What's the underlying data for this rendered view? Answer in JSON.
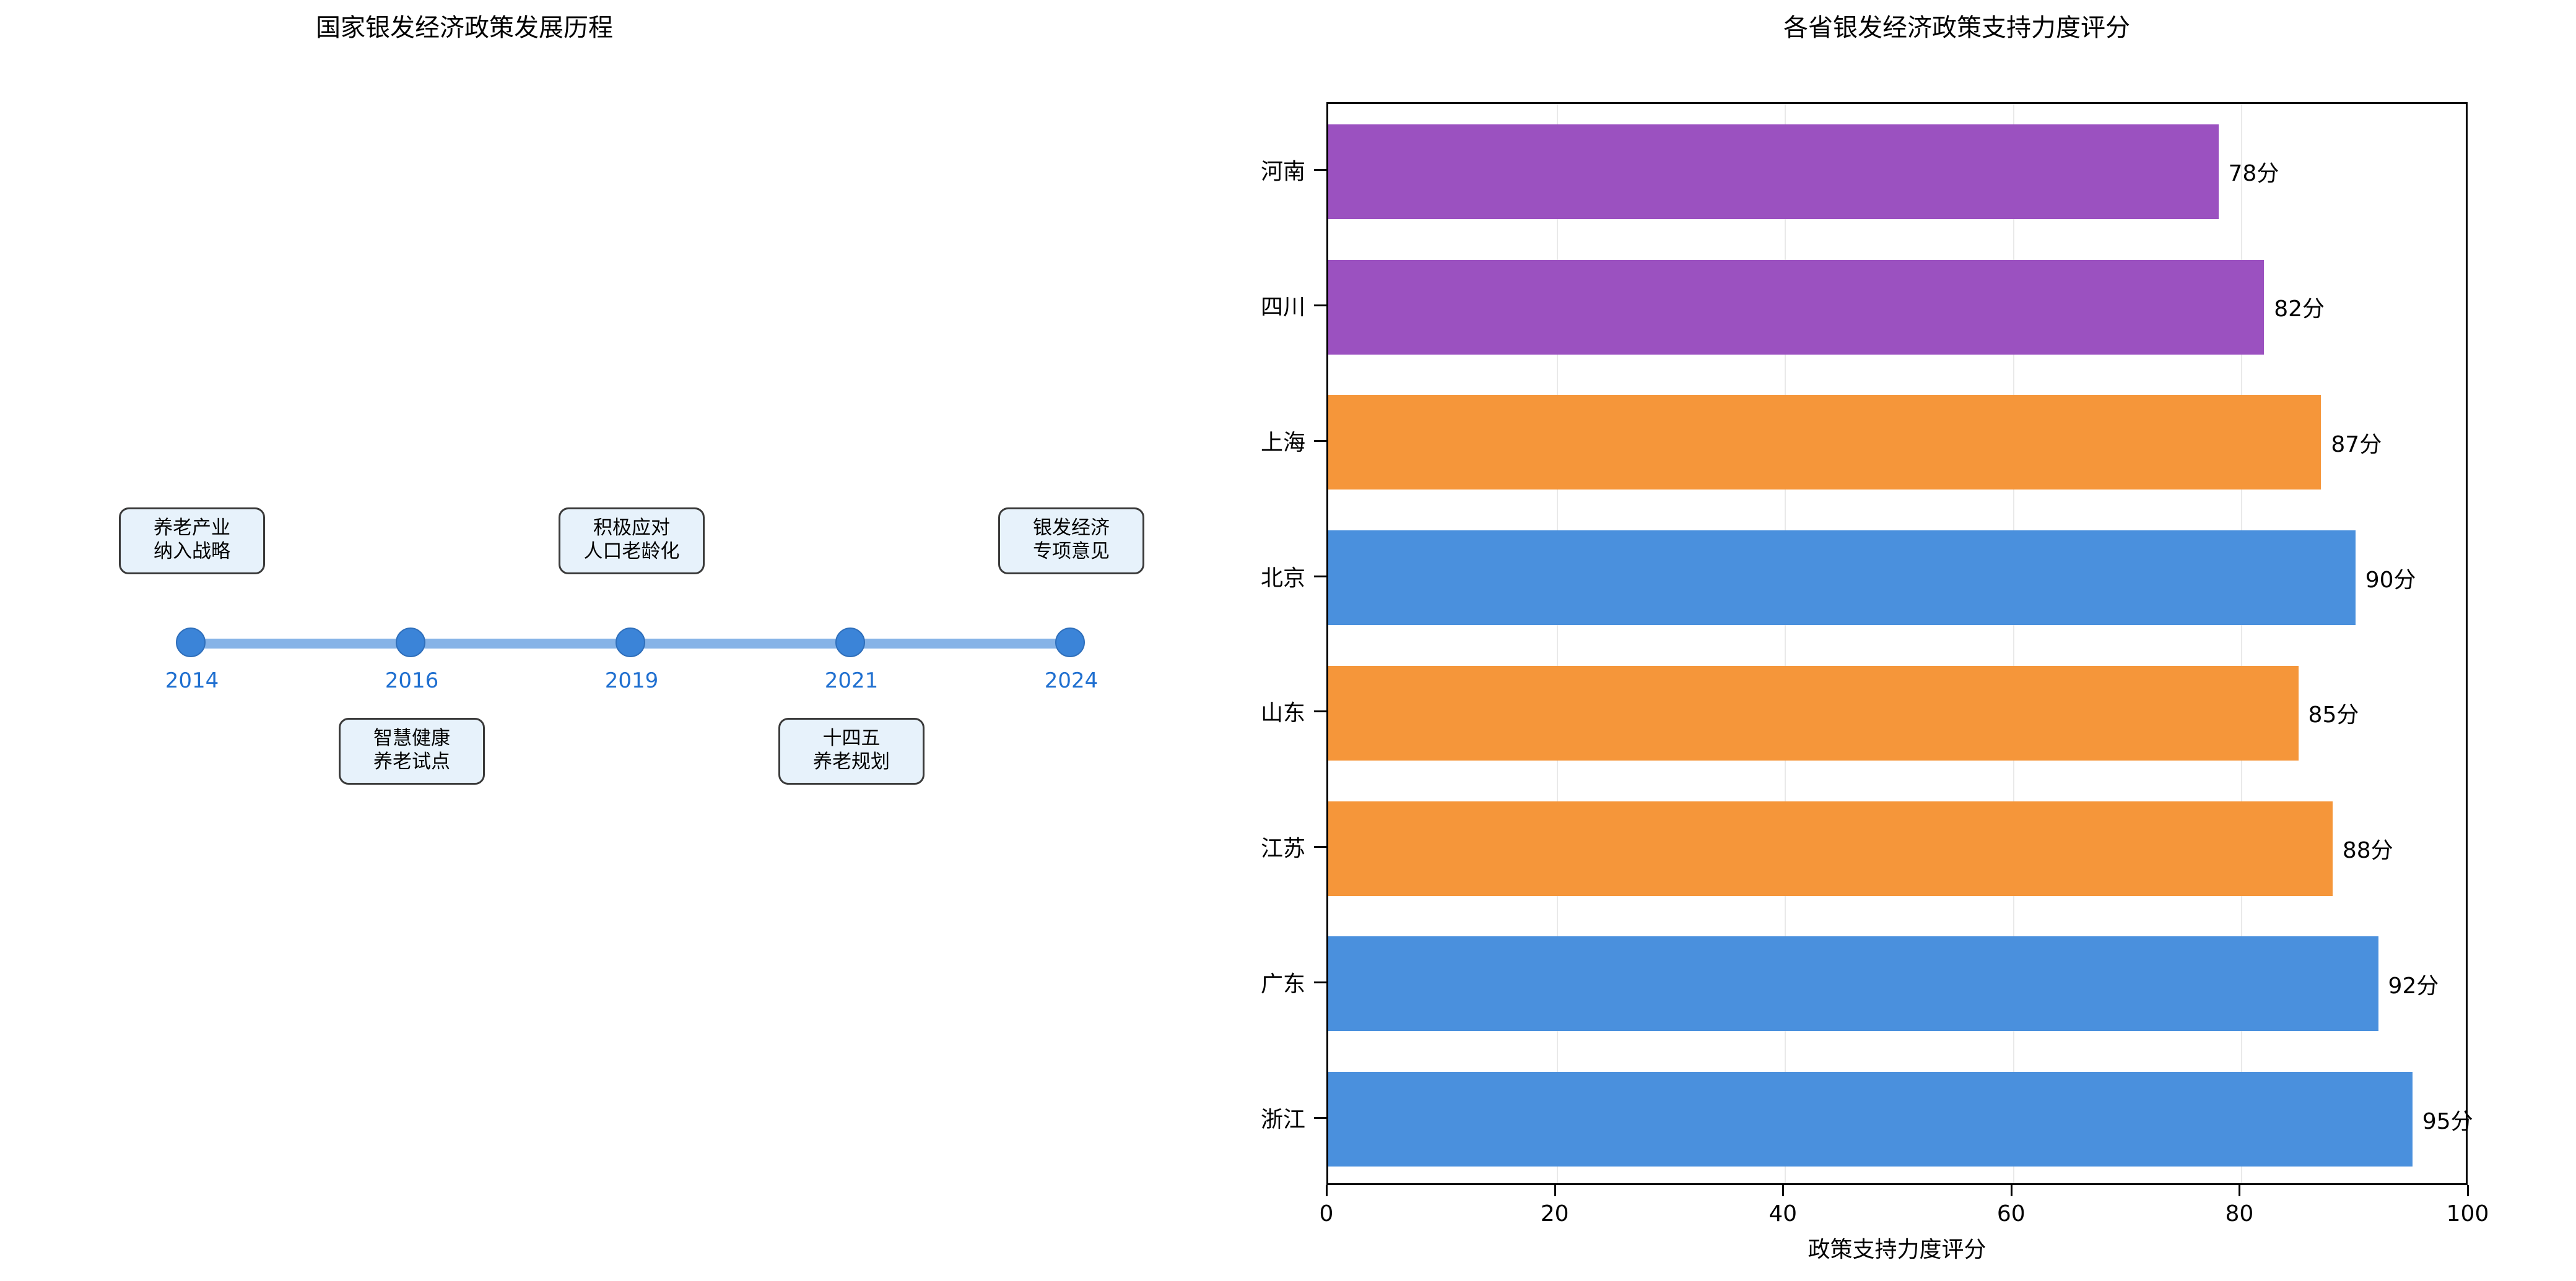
{
  "left": {
    "title": "国家银发经济政策发展历程",
    "timeline": [
      {
        "year": "2014",
        "label": "养老产业\n纳入战略",
        "position": "above"
      },
      {
        "year": "2016",
        "label": "智慧健康\n养老试点",
        "position": "below"
      },
      {
        "year": "2019",
        "label": "积极应对\n人口老龄化",
        "position": "above"
      },
      {
        "year": "2021",
        "label": "十四五\n养老规划",
        "position": "below"
      },
      {
        "year": "2024",
        "label": "银发经济\n专项意见",
        "position": "above"
      }
    ],
    "colors": {
      "line": "#3b84d8",
      "dot": "#3b84d8",
      "dot_edge": "#2f6fbb",
      "year_text": "#1f6fd0",
      "box_fill": "#e7f2fb",
      "box_border": "#3a3a3a"
    }
  },
  "right": {
    "title": "各省银发经济政策支持力度评分"
  },
  "chart_data": {
    "type": "bar",
    "orientation": "horizontal",
    "title": "各省银发经济政策支持力度评分",
    "xlabel": "政策支持力度评分",
    "ylabel": "",
    "xlim": [
      0,
      100
    ],
    "xticks": [
      0,
      20,
      40,
      60,
      80,
      100
    ],
    "xticklabels": [
      "0",
      "20",
      "40",
      "60",
      "80",
      "100"
    ],
    "grid": "vertical",
    "legend": null,
    "categories": [
      "河南",
      "四川",
      "上海",
      "北京",
      "山东",
      "江苏",
      "广东",
      "浙江"
    ],
    "values": [
      78,
      82,
      87,
      90,
      85,
      88,
      92,
      95
    ],
    "value_labels": [
      "78分",
      "82分",
      "87分",
      "90分",
      "85分",
      "88分",
      "92分",
      "95分"
    ],
    "bar_colors": [
      "#9b51c0",
      "#9b51c0",
      "#f5963a",
      "#4a90dd",
      "#f5963a",
      "#f5963a",
      "#4a90dd",
      "#4a90dd"
    ]
  }
}
